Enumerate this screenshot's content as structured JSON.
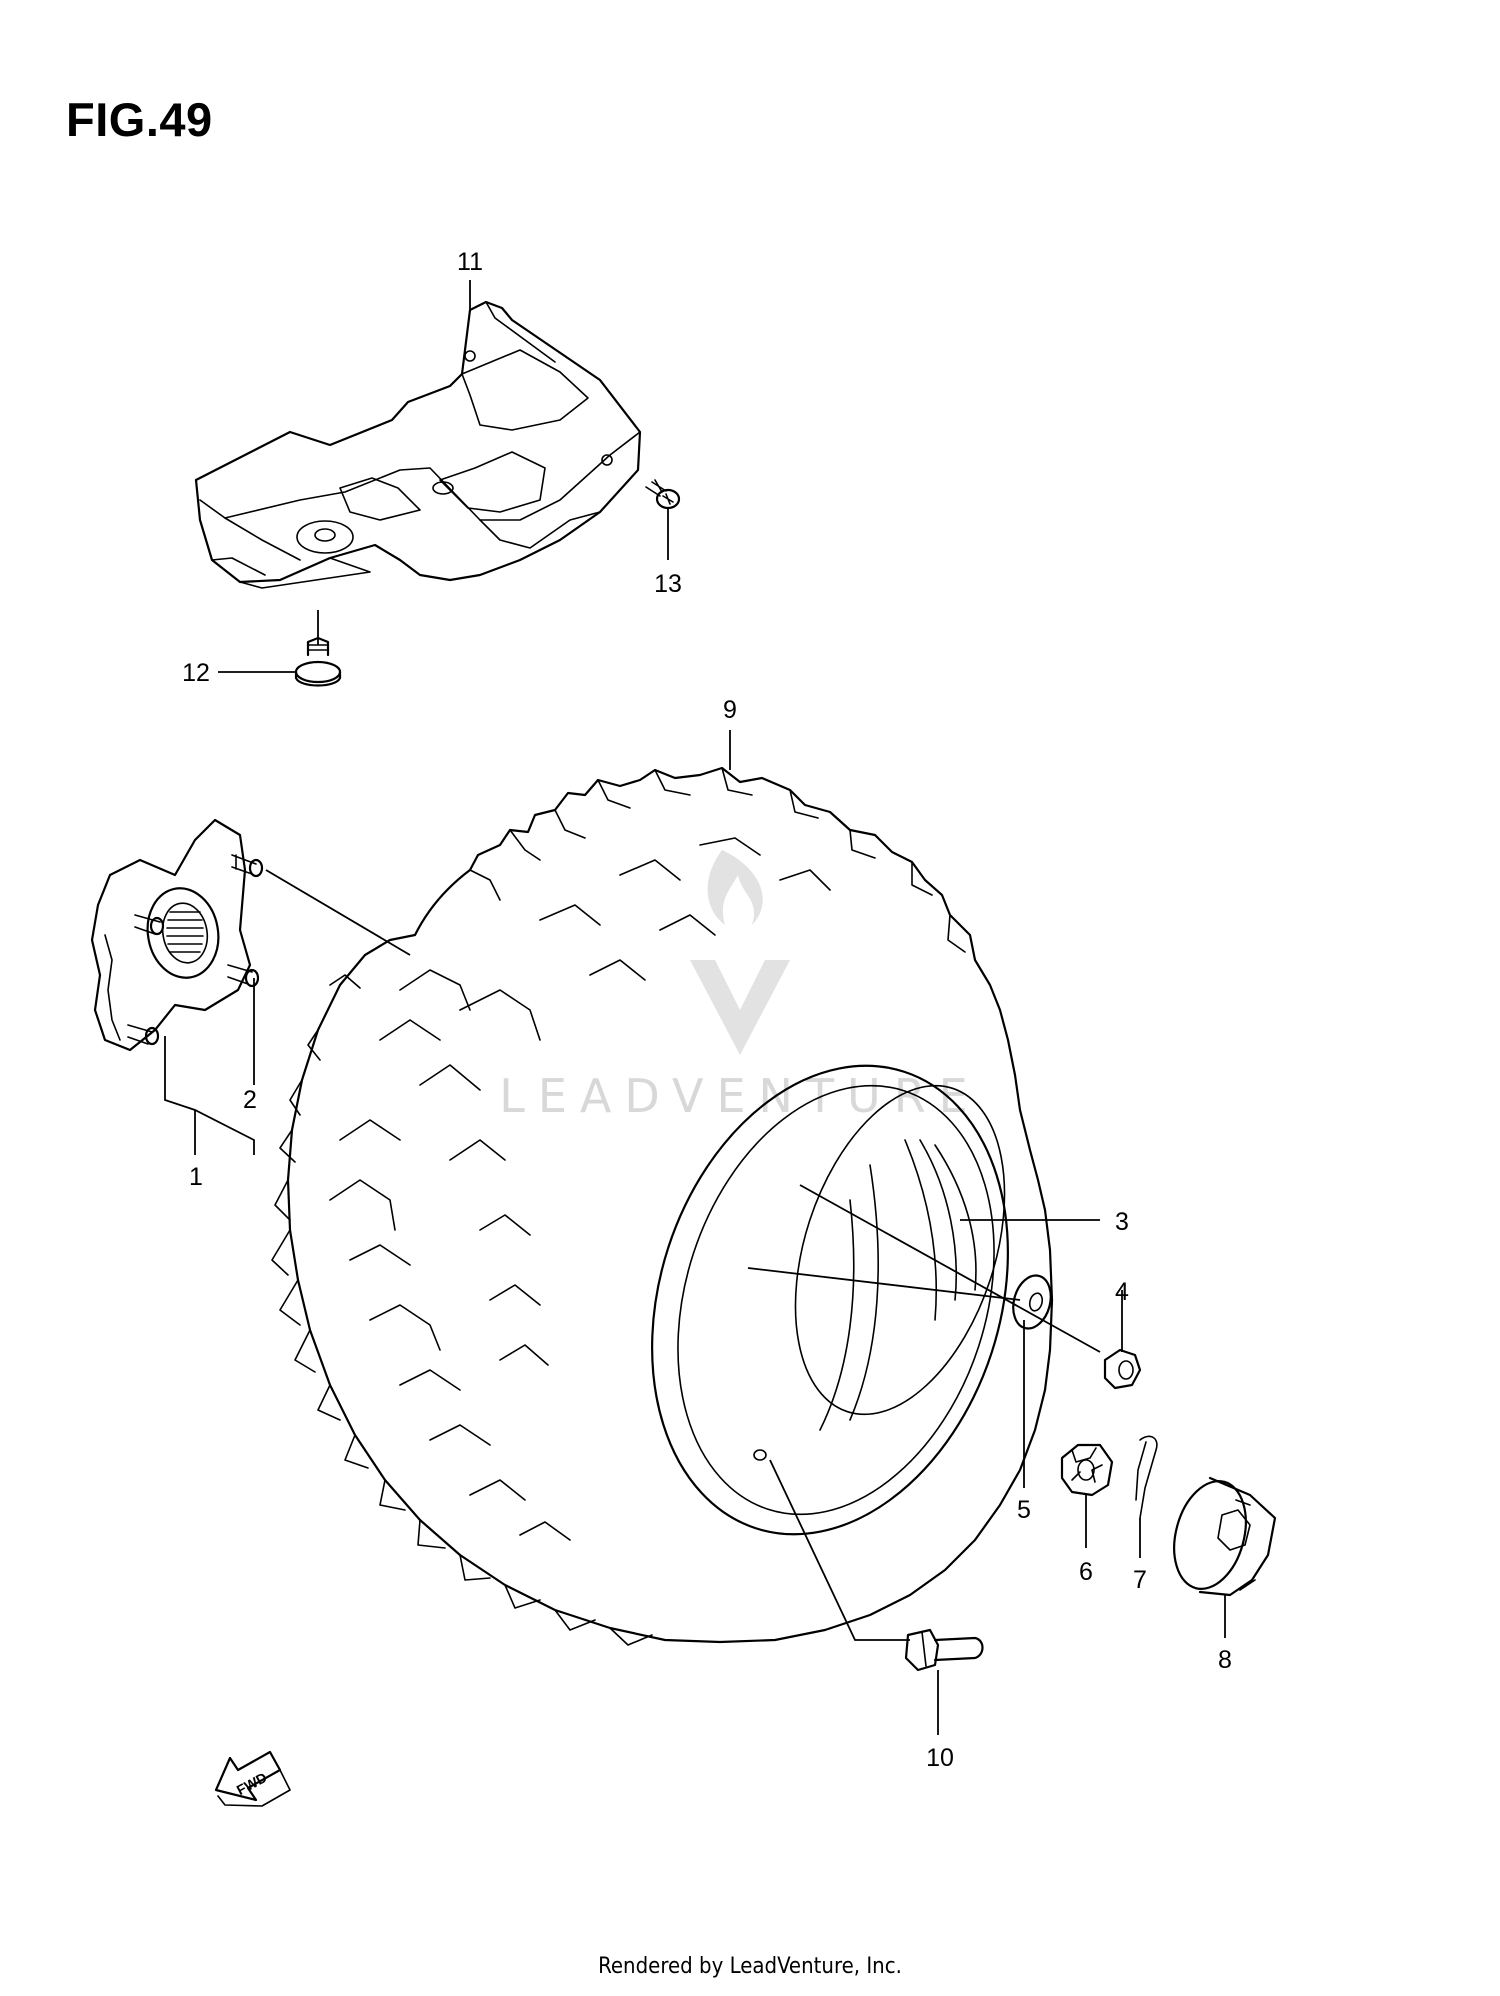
{
  "figure": {
    "title": "FIG.49"
  },
  "callouts": {
    "c1": "1",
    "c2": "2",
    "c3": "3",
    "c4": "4",
    "c5": "5",
    "c6": "6",
    "c7": "7",
    "c8": "8",
    "c9": "9",
    "c10": "10",
    "c11": "11",
    "c12": "12",
    "c13": "13"
  },
  "direction_arrow": {
    "label": "FWD"
  },
  "watermark": {
    "text": "LEADVENTURE"
  },
  "footer": {
    "text": "Rendered by LeadVenture, Inc."
  },
  "icons": [
    "fwd-arrow-icon",
    "leadventure-logo"
  ]
}
